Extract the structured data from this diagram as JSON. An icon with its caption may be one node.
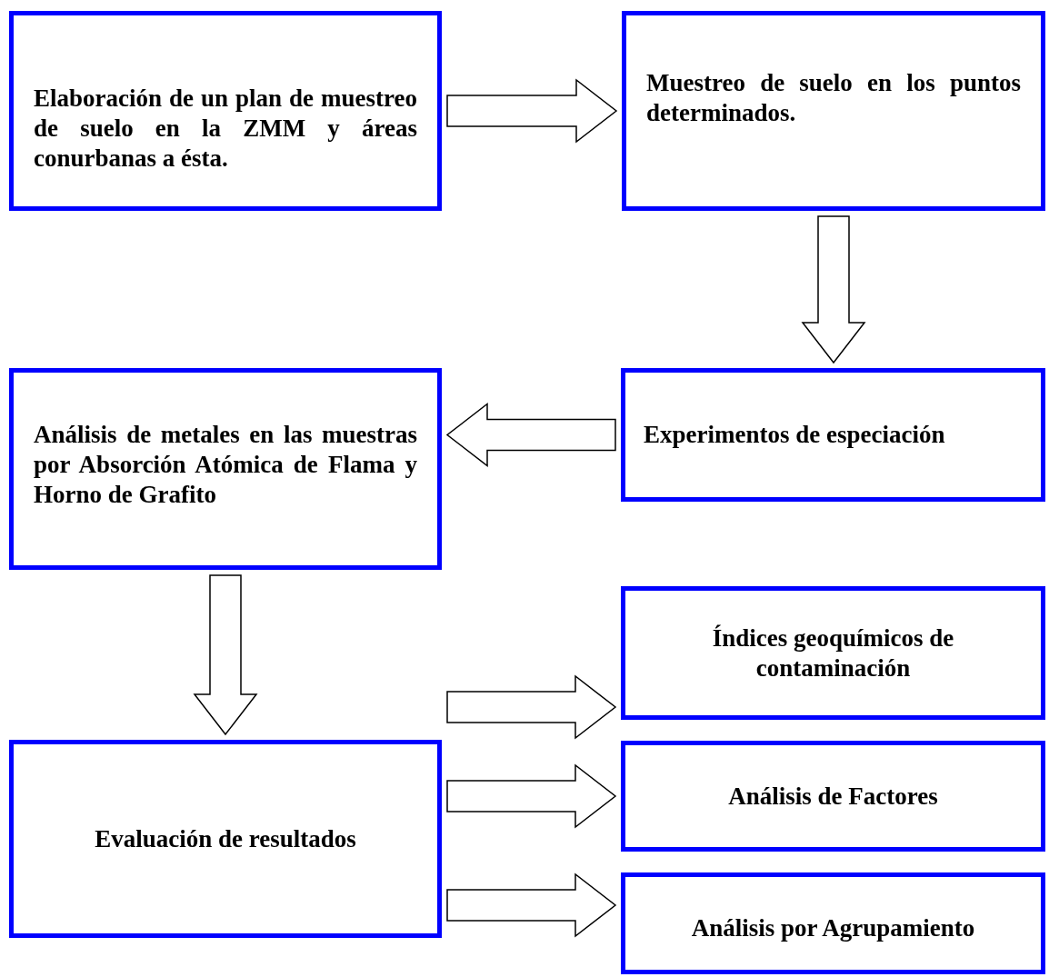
{
  "diagram": {
    "nodes": [
      {
        "text": [
          "Elaboración de un plan de muestreo de suelo en la ZMM y áreas conurbanas a ésta."
        ]
      },
      {
        "text": [
          "Muestreo de suelo en los puntos determinados."
        ]
      },
      {
        "text": [
          "Experimentos de especiación"
        ]
      },
      {
        "text": [
          "Análisis de metales en las muestras por Absorción Atómica de Flama y Horno de Grafito"
        ]
      },
      {
        "text": [
          "Evaluación de resultados"
        ]
      },
      {
        "text": [
          "Índices geoquímicos de contaminación"
        ]
      },
      {
        "text": [
          "Análisis de Factores"
        ]
      },
      {
        "text": [
          "Análisis por Agrupamiento"
        ]
      }
    ],
    "edges": [
      {
        "from": 0,
        "to": 1,
        "arrow": "to"
      },
      {
        "from": 1,
        "to": 2,
        "arrow": "to"
      },
      {
        "from": 2,
        "to": 3,
        "arrow": "to"
      },
      {
        "from": 3,
        "to": 4,
        "arrow": "to"
      },
      {
        "from": 4,
        "to": 5,
        "arrow": "to"
      },
      {
        "from": 4,
        "to": 6,
        "arrow": "to"
      },
      {
        "from": 4,
        "to": 7,
        "arrow": "to"
      }
    ]
  }
}
